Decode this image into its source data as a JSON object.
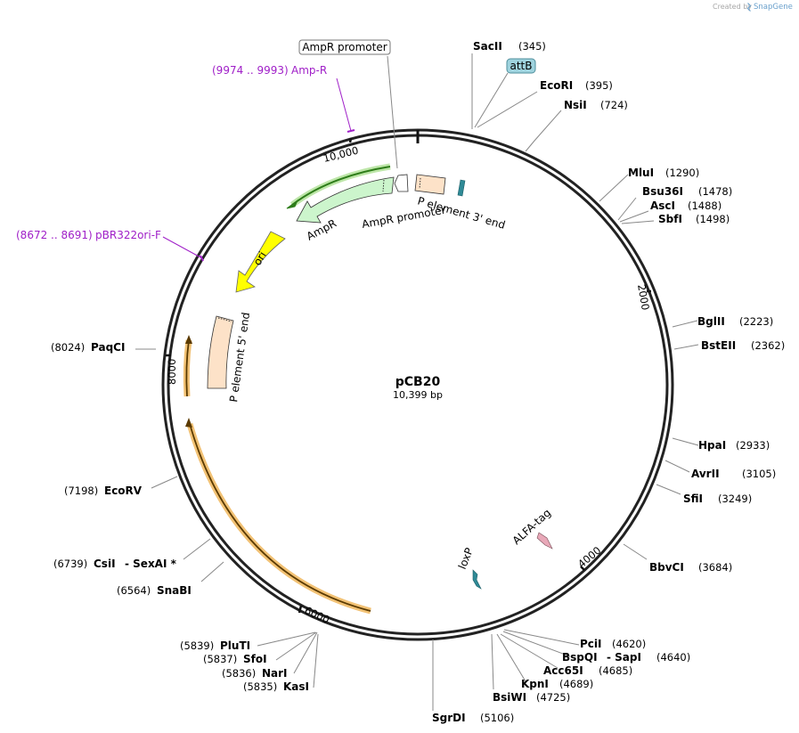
{
  "credit": {
    "prefix": "Created by",
    "brand": "SnapGene"
  },
  "plasmid": {
    "name": "pCB20",
    "size_label": "10,399 bp"
  },
  "ticks": [
    "2000",
    "4000",
    "6000",
    "8000",
    "10,000"
  ],
  "enzymes": [
    {
      "name": "SacII",
      "pos": "(345)"
    },
    {
      "name": "EcoRI",
      "pos": "(395)"
    },
    {
      "name": "NsiI",
      "pos": "(724)"
    },
    {
      "name": "MluI",
      "pos": "(1290)"
    },
    {
      "name": "Bsu36I",
      "pos": "(1478)"
    },
    {
      "name": "AscI",
      "pos": "(1488)"
    },
    {
      "name": "SbfI",
      "pos": "(1498)"
    },
    {
      "name": "BglII",
      "pos": "(2223)"
    },
    {
      "name": "BstEII",
      "pos": "(2362)"
    },
    {
      "name": "HpaI",
      "pos": "(2933)"
    },
    {
      "name": "AvrII",
      "pos": "(3105)"
    },
    {
      "name": "SfiI",
      "pos": "(3249)"
    },
    {
      "name": "BbvCI",
      "pos": "(3684)"
    },
    {
      "name": "PciI",
      "pos": "(4620)"
    },
    {
      "name": "BspQI",
      "sep": "- SapI",
      "pos": "(4640)"
    },
    {
      "name": "Acc65I",
      "pos": "(4685)"
    },
    {
      "name": "KpnI",
      "pos": "(4689)"
    },
    {
      "name": "BsiWI",
      "pos": "(4725)"
    },
    {
      "name": "SgrDI",
      "pos": "(5106)"
    },
    {
      "name": "KasI",
      "pos": "(5835)"
    },
    {
      "name": "NarI",
      "pos": "(5836)"
    },
    {
      "name": "SfoI",
      "pos": "(5837)"
    },
    {
      "name": "PluTI",
      "pos": "(5839)"
    },
    {
      "name": "SnaBI",
      "pos": "(6564)"
    },
    {
      "name": "CsiI",
      "sep": "- SexAI *",
      "pos": "(6739)"
    },
    {
      "name": "EcoRV",
      "pos": "(7198)"
    },
    {
      "name": "PaqCI",
      "pos": "(8024)"
    }
  ],
  "features": {
    "attB": "attB",
    "ampr_promoter_box": "AmpR promoter",
    "p3_label": "P element 3' end",
    "ampr_label": "AmpR",
    "ampr_promoter_label": "AmpR promoter",
    "ori_label": "ori",
    "p5_label": "P element 5' end",
    "alfa_label": "ALFA-tag",
    "loxp_label": "loxP"
  },
  "primers": [
    {
      "range": "(9974 .. 9993)",
      "name": "Amp-R"
    },
    {
      "range": "(8672 .. 8691)",
      "name": "pBR322ori-F"
    }
  ],
  "colors": {
    "backbone": "#222222",
    "ampr": "#ccf5cc",
    "ori": "#ffff00",
    "p_element": "#fde2c8",
    "attB_box": "#9fd3de",
    "alfa_tag": "#e8a8b8",
    "loxp": "#2f8a96",
    "primer_green": "#2e7d1a",
    "primer_orange": "#f2c275",
    "primer_label": "#a020c8"
  }
}
